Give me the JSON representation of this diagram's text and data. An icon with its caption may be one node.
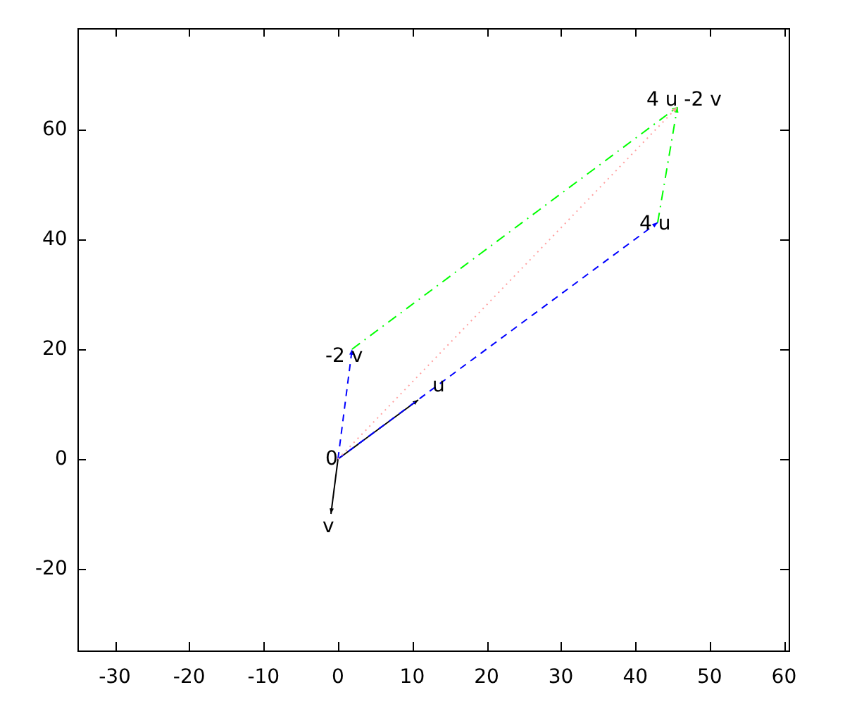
{
  "diagram": {
    "nodes": [
      {
        "text": [
          "4 u -2 v"
        ]
      },
      {
        "text": [
          "4 u"
        ]
      },
      {
        "text": [
          "-2 v"
        ]
      },
      {
        "text": [
          "u"
        ]
      },
      {
        "text": [
          "0"
        ]
      },
      {
        "text": [
          "v"
        ]
      }
    ],
    "edges": [
      {
        "from": 4,
        "to": 3,
        "arrow": "to"
      },
      {
        "from": 4,
        "to": 5,
        "arrow": "to"
      },
      {
        "from": 4,
        "to": 2,
        "arrow": "to",
        "style": "dashed",
        "color": "#0000ff"
      },
      {
        "from": 4,
        "to": 1,
        "arrow": "to",
        "style": "dashed",
        "color": "#0000ff"
      },
      {
        "from": 2,
        "to": 0,
        "arrow": "to",
        "style": "dashed",
        "color": "#00ff00"
      },
      {
        "from": 1,
        "to": 0,
        "arrow": "to",
        "style": "dashed",
        "color": "#00ff00"
      },
      {
        "from": 4,
        "to": 0,
        "arrow": "to",
        "style": "dashed",
        "color": "#ffa0a0"
      }
    ],
    "labels": [
      "60",
      "40",
      "20",
      "0",
      "-20",
      "-30",
      "-20",
      "-10",
      "0",
      "10",
      "20",
      "30",
      "40",
      "50",
      "60"
    ]
  }
}
